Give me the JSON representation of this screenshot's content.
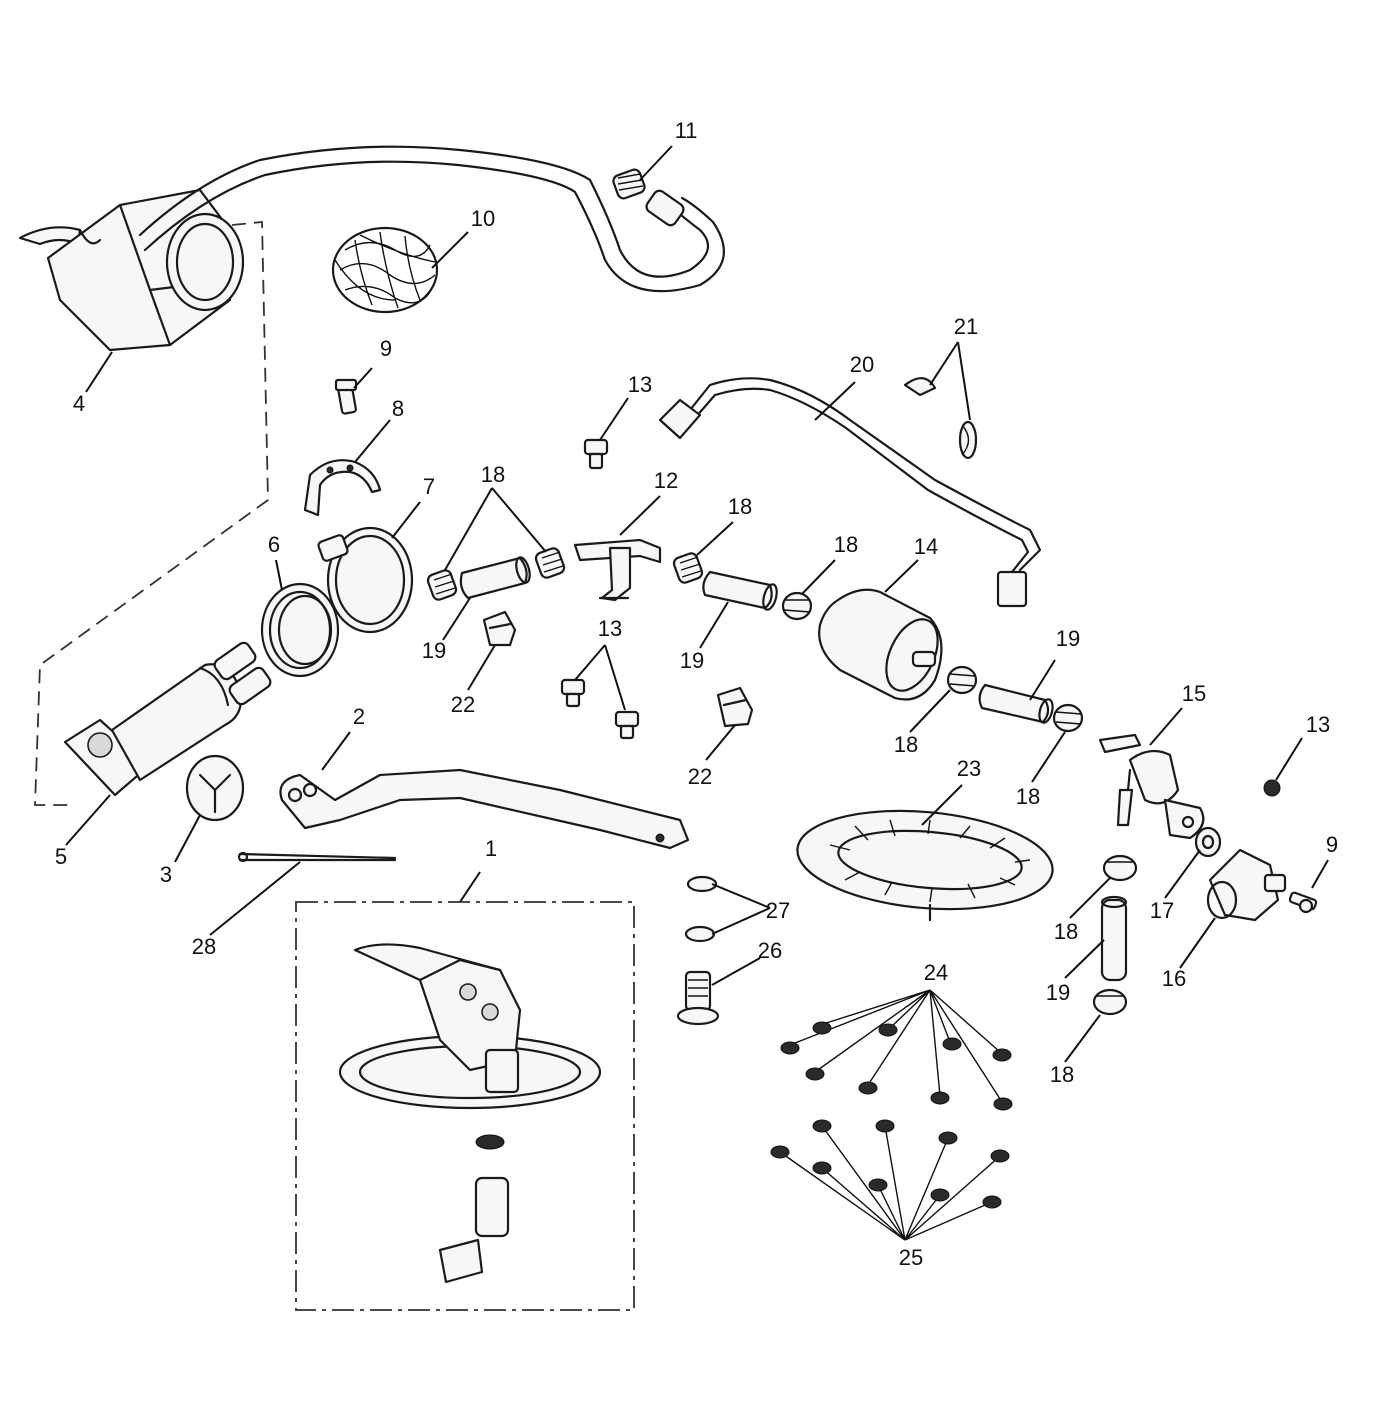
{
  "callouts": [
    {
      "id": "c1",
      "label": "1"
    },
    {
      "id": "c2",
      "label": "2"
    },
    {
      "id": "c3",
      "label": "3"
    },
    {
      "id": "c4",
      "label": "4"
    },
    {
      "id": "c5",
      "label": "5"
    },
    {
      "id": "c6",
      "label": "6"
    },
    {
      "id": "c7",
      "label": "7"
    },
    {
      "id": "c8",
      "label": "8"
    },
    {
      "id": "c9a",
      "label": "9"
    },
    {
      "id": "c9b",
      "label": "9"
    },
    {
      "id": "c10",
      "label": "10"
    },
    {
      "id": "c11",
      "label": "11"
    },
    {
      "id": "c12",
      "label": "12"
    },
    {
      "id": "c13a",
      "label": "13"
    },
    {
      "id": "c13b",
      "label": "13"
    },
    {
      "id": "c13c",
      "label": "13"
    },
    {
      "id": "c14",
      "label": "14"
    },
    {
      "id": "c15",
      "label": "15"
    },
    {
      "id": "c16",
      "label": "16"
    },
    {
      "id": "c17",
      "label": "17"
    },
    {
      "id": "c18a",
      "label": "18"
    },
    {
      "id": "c18b",
      "label": "18"
    },
    {
      "id": "c18c",
      "label": "18"
    },
    {
      "id": "c18d",
      "label": "18"
    },
    {
      "id": "c18e",
      "label": "18"
    },
    {
      "id": "c18f",
      "label": "18"
    },
    {
      "id": "c18g",
      "label": "18"
    },
    {
      "id": "c19a",
      "label": "19"
    },
    {
      "id": "c19b",
      "label": "19"
    },
    {
      "id": "c19c",
      "label": "19"
    },
    {
      "id": "c19d",
      "label": "19"
    },
    {
      "id": "c20",
      "label": "20"
    },
    {
      "id": "c21",
      "label": "21"
    },
    {
      "id": "c22a",
      "label": "22"
    },
    {
      "id": "c22b",
      "label": "22"
    },
    {
      "id": "c23",
      "label": "23"
    },
    {
      "id": "c24",
      "label": "24"
    },
    {
      "id": "c25",
      "label": "25"
    },
    {
      "id": "c26",
      "label": "26"
    },
    {
      "id": "c27",
      "label": "27"
    },
    {
      "id": "c28",
      "label": "28"
    }
  ]
}
